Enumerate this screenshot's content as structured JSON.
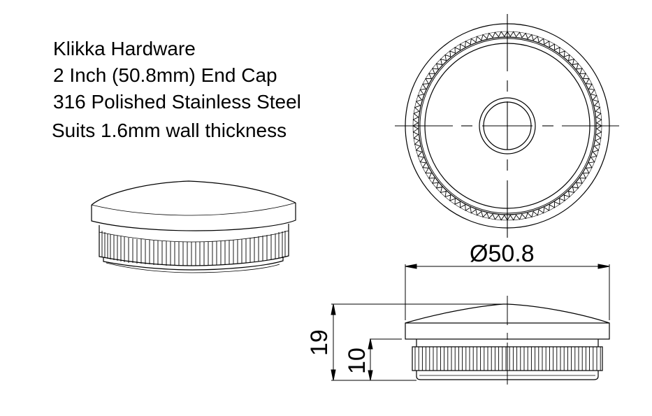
{
  "title_block": {
    "lines": [
      "Klikka Hardware",
      "2 Inch (50.8mm) End Cap",
      "316 Polished Stainless Steel",
      "Suits 1.6mm wall thickness"
    ]
  },
  "drawing": {
    "views": [
      "isometric-view",
      "top-view",
      "side-view"
    ],
    "dimensions": {
      "diameter": "Ø50.8",
      "total_height": "19",
      "insert_height": "10"
    },
    "line_color": "#000000",
    "background": "#ffffff"
  }
}
